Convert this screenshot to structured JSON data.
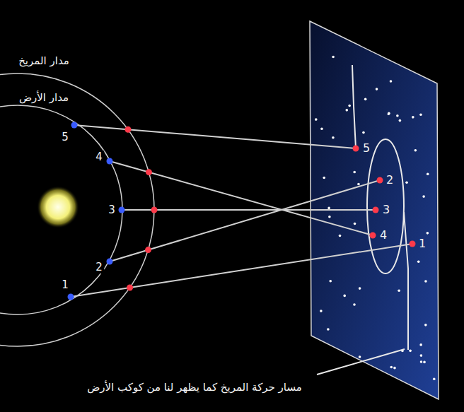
{
  "diagram": {
    "labels": [
      "مدار المريخ",
      "مدار الأرض",
      "5",
      "4",
      "3",
      "2",
      "1",
      "5",
      "2",
      "3",
      "4",
      "1",
      "مسار حركة المريخ كما يظهر لنا من كوكب الأرض"
    ]
  }
}
